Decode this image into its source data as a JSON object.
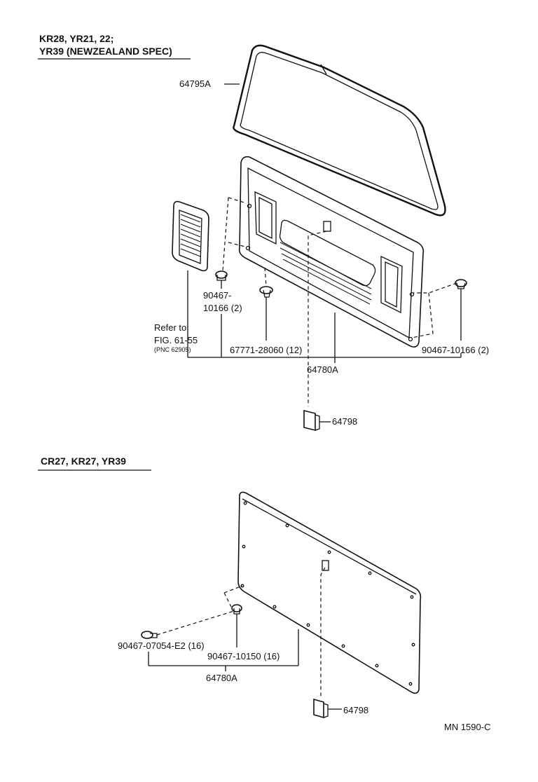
{
  "section_top": {
    "header_line1": "KR28, YR21, 22;",
    "header_line2": "YR39 (NEWZEALAND  SPEC)",
    "labels": {
      "seal": "64795A",
      "clip_left_a": "90467-",
      "clip_left_b": "10166 (2)",
      "refer_a": "Refer to",
      "refer_b": "FIG. 61-55",
      "refer_c": "(PNC 62905)",
      "clip_mid": "67771-28060 (12)",
      "clip_right": "90467-10166 (2)",
      "board": "64780A",
      "cover": "64798"
    }
  },
  "section_bottom": {
    "header": "CR27, KR27, YR39",
    "labels": {
      "clip_a": "90467-07054-E2 (16)",
      "clip_b": "90467-10150 (16)",
      "board": "64780A",
      "cover": "64798"
    }
  },
  "footer_code": "MN  1590-C"
}
